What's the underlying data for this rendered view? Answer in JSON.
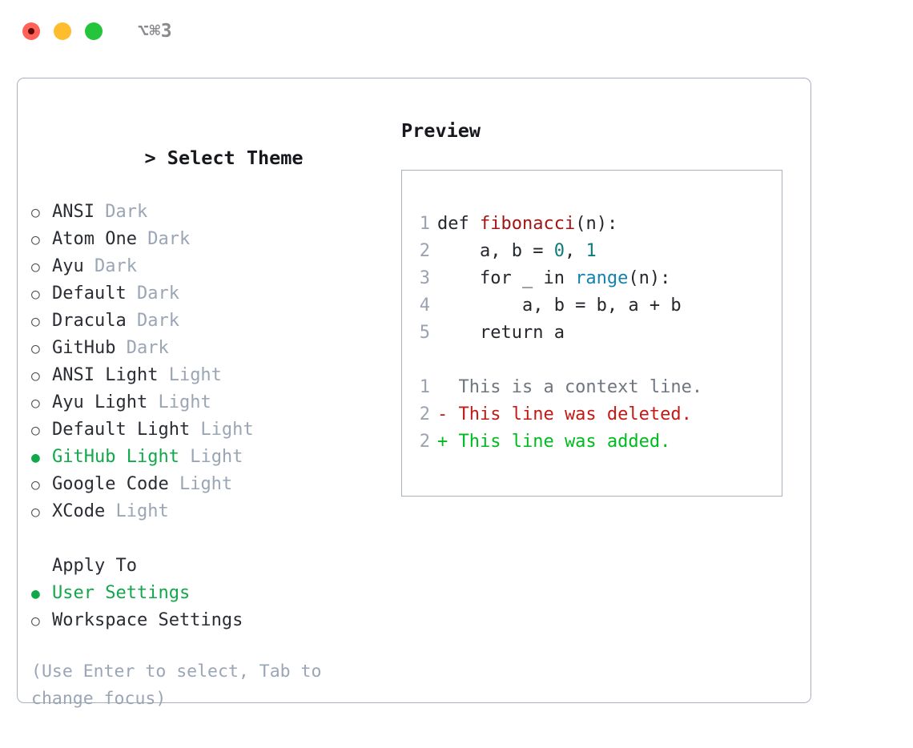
{
  "titlebar": {
    "shortcut": "⌥⌘3",
    "buttons": [
      {
        "name": "close",
        "color": "#ff6259"
      },
      {
        "name": "minimize",
        "color": "#ffbd2e"
      },
      {
        "name": "zoom",
        "color": "#24c53b"
      }
    ]
  },
  "theme_picker": {
    "heading": "> Select Theme",
    "caret": ">",
    "heading_text": "Select Theme",
    "markers": {
      "unselected": "○",
      "selected": "●"
    },
    "items": [
      {
        "label": "ANSI",
        "suffix": "Dark",
        "selected": false
      },
      {
        "label": "Atom One",
        "suffix": "Dark",
        "selected": false
      },
      {
        "label": "Ayu",
        "suffix": "Dark",
        "selected": false
      },
      {
        "label": "Default",
        "suffix": "Dark",
        "selected": false
      },
      {
        "label": "Dracula",
        "suffix": "Dark",
        "selected": false
      },
      {
        "label": "GitHub",
        "suffix": "Dark",
        "selected": false
      },
      {
        "label": "ANSI Light",
        "suffix": "Light",
        "selected": false
      },
      {
        "label": "Ayu Light",
        "suffix": "Light",
        "selected": false
      },
      {
        "label": "Default Light",
        "suffix": "Light",
        "selected": false
      },
      {
        "label": "GitHub Light",
        "suffix": "Light",
        "selected": true
      },
      {
        "label": "Google Code",
        "suffix": "Light",
        "selected": false
      },
      {
        "label": "XCode",
        "suffix": "Light",
        "selected": false
      }
    ]
  },
  "apply_to": {
    "heading": "Apply To",
    "items": [
      {
        "label": "User Settings",
        "selected": true
      },
      {
        "label": "Workspace Settings",
        "selected": false
      }
    ]
  },
  "hint": "(Use Enter to select, Tab to change focus)",
  "preview": {
    "title": "Preview",
    "code_lines": [
      {
        "number": "1",
        "parts": [
          {
            "text": "def ",
            "token": "plain"
          },
          {
            "text": "fibonacci",
            "token": "func"
          },
          {
            "text": "(n):",
            "token": "plain"
          }
        ]
      },
      {
        "number": "2",
        "parts": [
          {
            "text": "    a, b = ",
            "token": "plain"
          },
          {
            "text": "0",
            "token": "num"
          },
          {
            "text": ", ",
            "token": "plain"
          },
          {
            "text": "1",
            "token": "num"
          }
        ]
      },
      {
        "number": "3",
        "parts": [
          {
            "text": "    for _ in ",
            "token": "plain"
          },
          {
            "text": "range",
            "token": "call"
          },
          {
            "text": "(n):",
            "token": "plain"
          }
        ]
      },
      {
        "number": "4",
        "parts": [
          {
            "text": "        a, b = b, a + b",
            "token": "plain"
          }
        ]
      },
      {
        "number": "5",
        "parts": [
          {
            "text": "    return a",
            "token": "plain"
          }
        ]
      }
    ],
    "diff_lines": [
      {
        "number": "1",
        "text": "  This is a context line.",
        "kind": "ctx"
      },
      {
        "number": "2",
        "text": "- This line was deleted.",
        "kind": "del"
      },
      {
        "number": "2",
        "text": "+ This line was added.",
        "kind": "add"
      }
    ]
  },
  "colors": {
    "accent_green": "#11a84c",
    "muted": "#9aa5b5",
    "border": "#aab2c0",
    "diff_add": "#00bb1e",
    "diff_del": "#c41a15",
    "syntax_func": "#a31515",
    "syntax_num": "#0e7c7b",
    "syntax_call": "#1482b0"
  }
}
